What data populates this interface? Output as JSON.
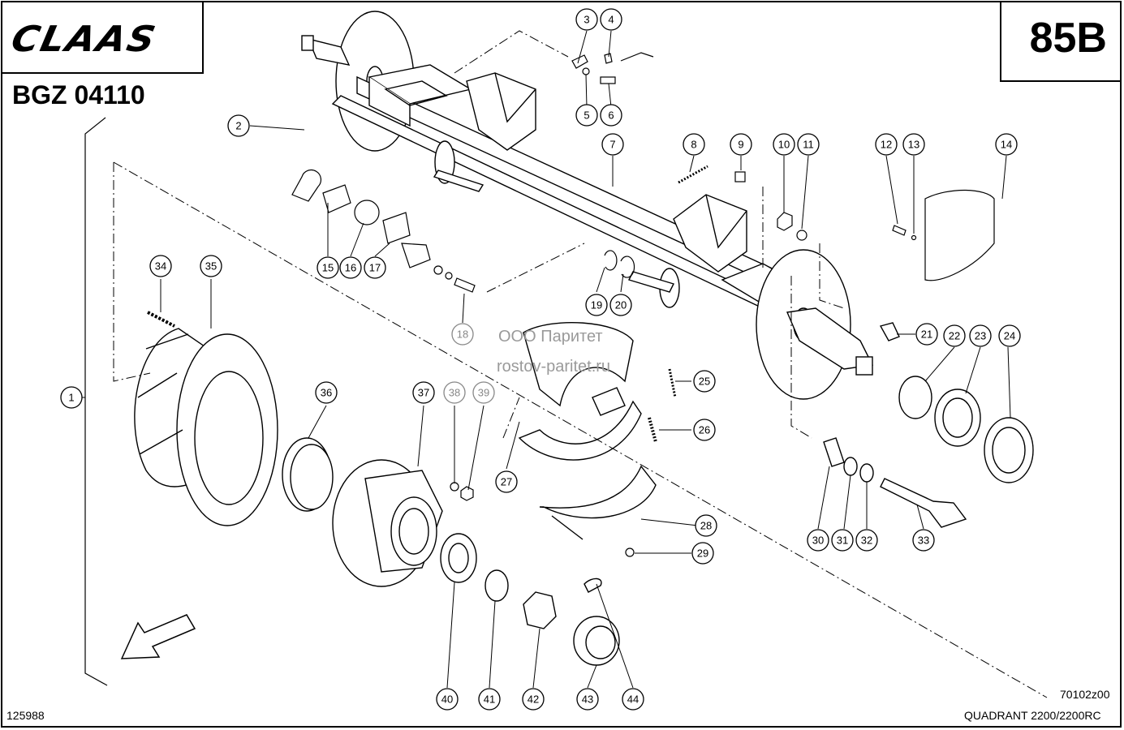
{
  "header": {
    "logo_text": "CLAAS",
    "drawing_code": "BGZ 04110",
    "page_number": "85B"
  },
  "footer": {
    "left_code": "125988",
    "right_code": "70102z00",
    "model": "QUADRANT 2200/2200RC"
  },
  "watermark": {
    "line1": "ООО Паритет",
    "line2": "rostov-paritet.ru"
  },
  "callouts": [
    {
      "label": "1"
    },
    {
      "label": "2"
    },
    {
      "label": "3"
    },
    {
      "label": "4"
    },
    {
      "label": "5"
    },
    {
      "label": "6"
    },
    {
      "label": "7"
    },
    {
      "label": "8"
    },
    {
      "label": "9"
    },
    {
      "label": "10"
    },
    {
      "label": "11"
    },
    {
      "label": "12"
    },
    {
      "label": "13"
    },
    {
      "label": "14"
    },
    {
      "label": "15"
    },
    {
      "label": "16"
    },
    {
      "label": "17"
    },
    {
      "label": "18",
      "grey": true
    },
    {
      "label": "19"
    },
    {
      "label": "20"
    },
    {
      "label": "21"
    },
    {
      "label": "22"
    },
    {
      "label": "23"
    },
    {
      "label": "24"
    },
    {
      "label": "25"
    },
    {
      "label": "26"
    },
    {
      "label": "27"
    },
    {
      "label": "28"
    },
    {
      "label": "29"
    },
    {
      "label": "30"
    },
    {
      "label": "31"
    },
    {
      "label": "32"
    },
    {
      "label": "33"
    },
    {
      "label": "34"
    },
    {
      "label": "35"
    },
    {
      "label": "36"
    },
    {
      "label": "37"
    },
    {
      "label": "38",
      "grey": true
    },
    {
      "label": "39",
      "grey": true
    },
    {
      "label": "40"
    },
    {
      "label": "41"
    },
    {
      "label": "42"
    },
    {
      "label": "43"
    },
    {
      "label": "44"
    }
  ]
}
